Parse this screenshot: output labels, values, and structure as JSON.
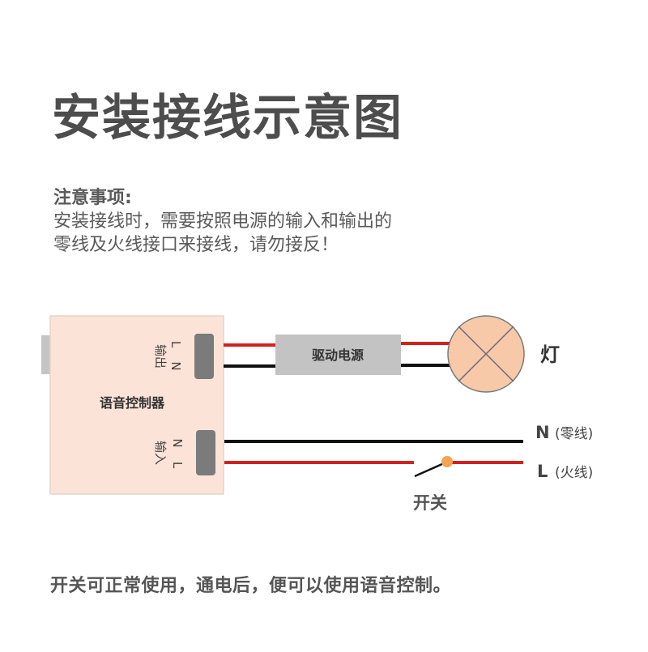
{
  "title": "安装接线示意图",
  "notes": {
    "heading": "注意事项:",
    "lines": [
      "安装接线时，需要按照电源的输入和输出的",
      "零线及火线接口来接线，请勿接反！"
    ]
  },
  "diagram": {
    "controller": {
      "label": "语音控制器",
      "output_port": {
        "label": "输出",
        "pins": [
          "L",
          "N"
        ]
      },
      "input_port": {
        "label": "输入",
        "pins": [
          "N",
          "L"
        ]
      },
      "fill_color": "#fbe3d8"
    },
    "driver": {
      "label": "驱动电源",
      "fill_color": "#c3c3c3"
    },
    "lamp": {
      "label": "灯",
      "fill_color": "#f7c9a8"
    },
    "mains": {
      "neutral_label": "N",
      "neutral_desc": "(零线)",
      "live_label": "L",
      "live_desc": "(火线)"
    },
    "switch": {
      "label": "开关",
      "dot_color": "#f2a452"
    },
    "wire_colors": {
      "live": "#d42020",
      "neutral": "#111111"
    }
  },
  "footer": "开关可正常使用，通电后，便可以使用语音控制。"
}
